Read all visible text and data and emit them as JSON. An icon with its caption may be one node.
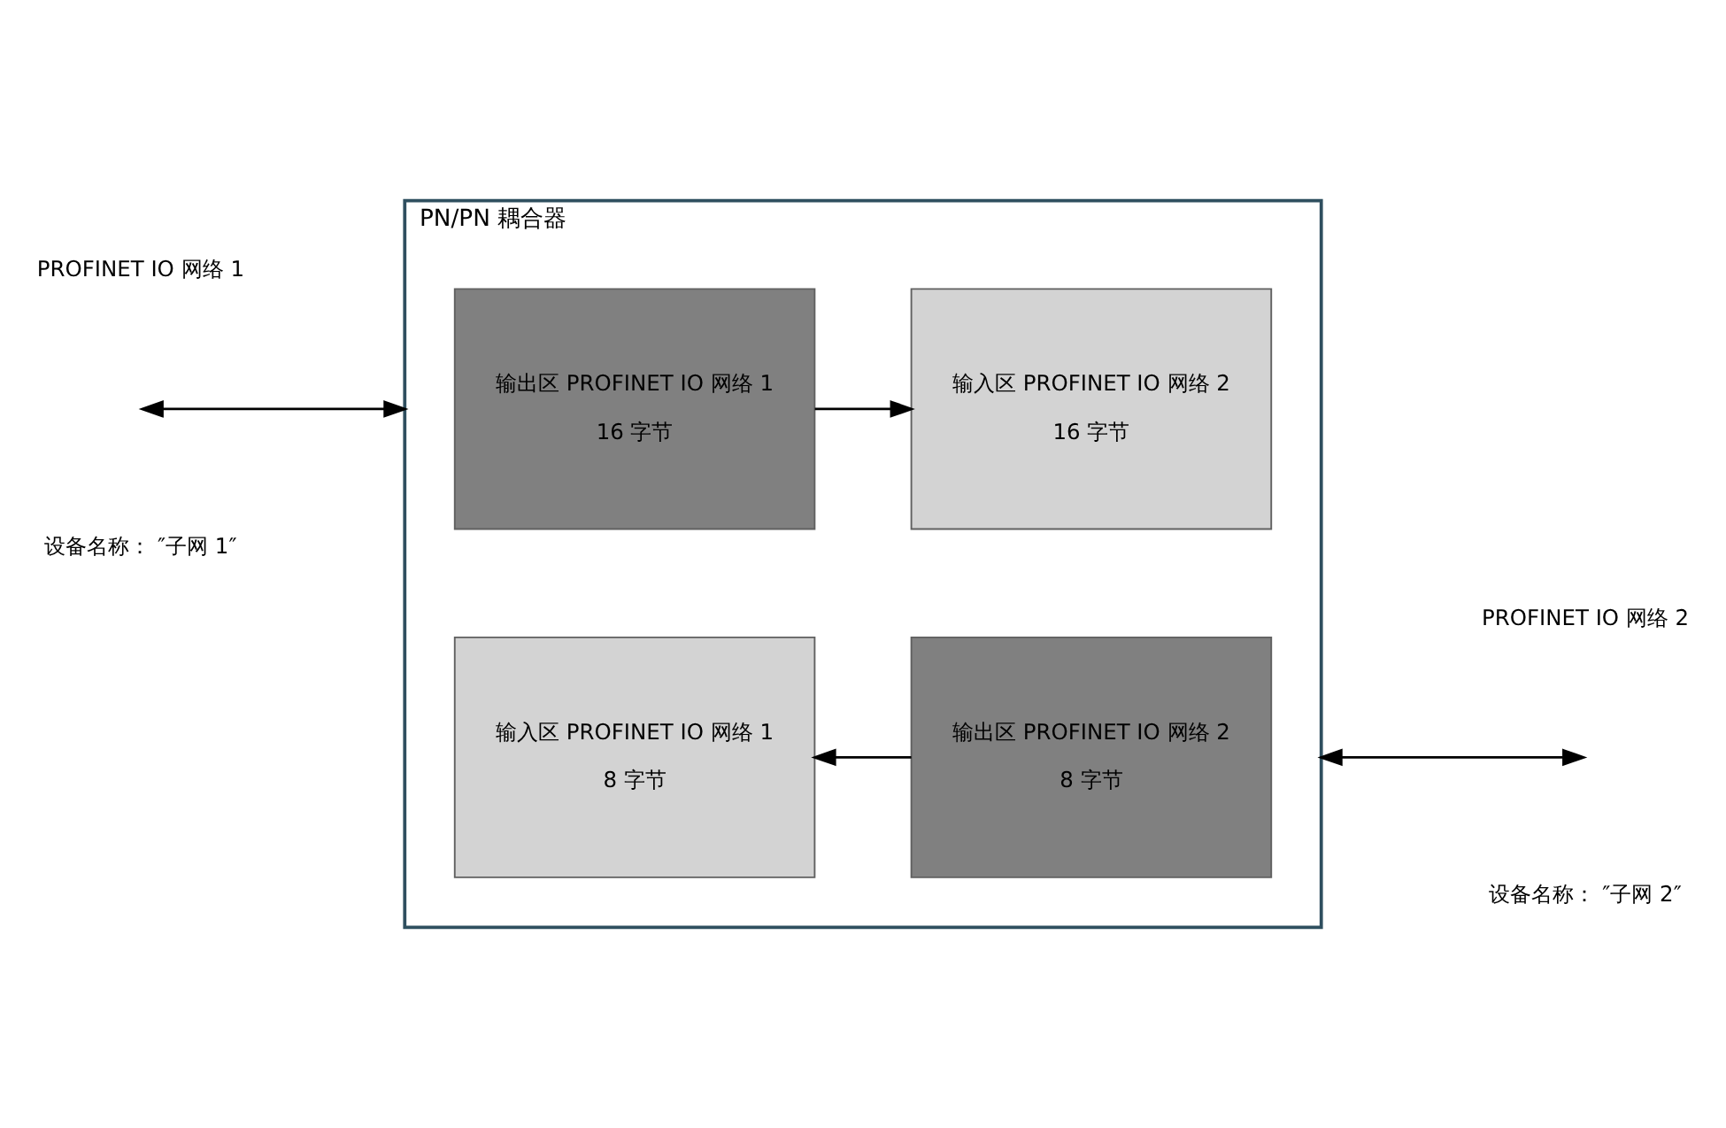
{
  "diagram": {
    "nodes": [
      {
        "text": [
          "PN/PN 耦合器"
        ]
      },
      {
        "text": [
          "输出区 PROFINET IO 网络 1",
          "16 字节"
        ],
        "in": 0
      },
      {
        "text": [
          "输入区 PROFINET IO 网络 2",
          "16 字节"
        ],
        "in": 0
      },
      {
        "text": [
          "输入区 PROFINET IO 网络 1",
          "8 字节"
        ],
        "in": 0
      },
      {
        "text": [
          "输出区 PROFINET IO 网络 2",
          "8 字节"
        ],
        "in": 0
      }
    ],
    "edges": [
      {
        "from": 1,
        "to": 2,
        "arrow": "to"
      },
      {
        "from": 4,
        "to": 3,
        "arrow": "to"
      },
      {
        "from": null,
        "to": 0,
        "arrow": "both"
      },
      {
        "from": 0,
        "to": null,
        "arrow": "both"
      }
    ],
    "labels": [
      "PROFINET IO 网络 1",
      "PROFINET IO 网络 2",
      "设备名称： ″子网 1″",
      "设备名称： ″子网 2″"
    ]
  }
}
